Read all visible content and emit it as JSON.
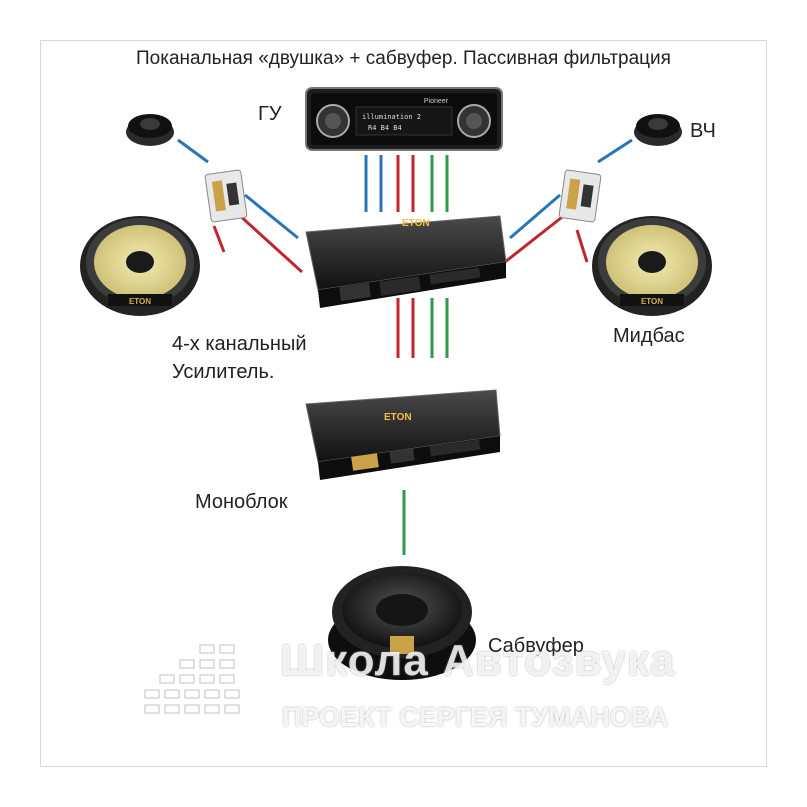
{
  "title": "Поканальная «двушка» + сабвуфер. Пассивная фильтрация",
  "labels": {
    "head_unit": "ГУ",
    "tweeter": "ВЧ",
    "amp4": "4-х канальный\nУсилитель.",
    "midbass": "Мидбас",
    "monoblock": "Моноблок",
    "subwoofer": "Сабвуфер"
  },
  "head_unit_screen": {
    "brand": "Pioneer",
    "line1": "illumination 2",
    "line2": "R4  B4  B4"
  },
  "amp_brand": "ETON",
  "speaker_brand": "ETON",
  "watermark": {
    "title": "Школа Автозвука",
    "subtitle": "ПРОЕКТ СЕРГЕЯ ТУМАНОВА"
  },
  "colors": {
    "wire_blue": "#2a74b8",
    "wire_red": "#c0262c",
    "wire_green": "#2e9a4a",
    "cone_yellow": "#e8dc8c"
  }
}
